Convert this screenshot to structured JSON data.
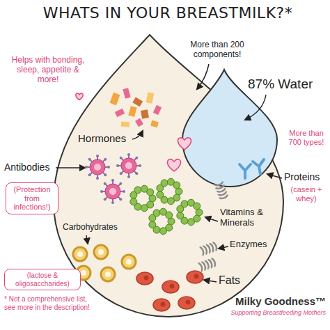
{
  "diagram": {
    "title": "WHATS IN YOUR BREASTMILK?*",
    "nodes": [
      {
        "text": [
          "(Protection from infections!)"
        ]
      },
      {
        "text": [
          "(lactose & oligosaccharides)"
        ]
      }
    ],
    "labels": [
      "More than 200 components!",
      "Helps with bonding, sleep, appetite & more!",
      "87% Water",
      "Hormones",
      "More than 700 types!",
      "Antibodies",
      "Proteins",
      "(casein + whey)",
      "Vitamins & Minerals",
      "Carbohydrates",
      "Enzymes",
      "Fats",
      "* Not a comprehensive list, see more in the description!",
      "Milky Goodness™",
      "Supporting Breastfeeding Mothers"
    ]
  }
}
